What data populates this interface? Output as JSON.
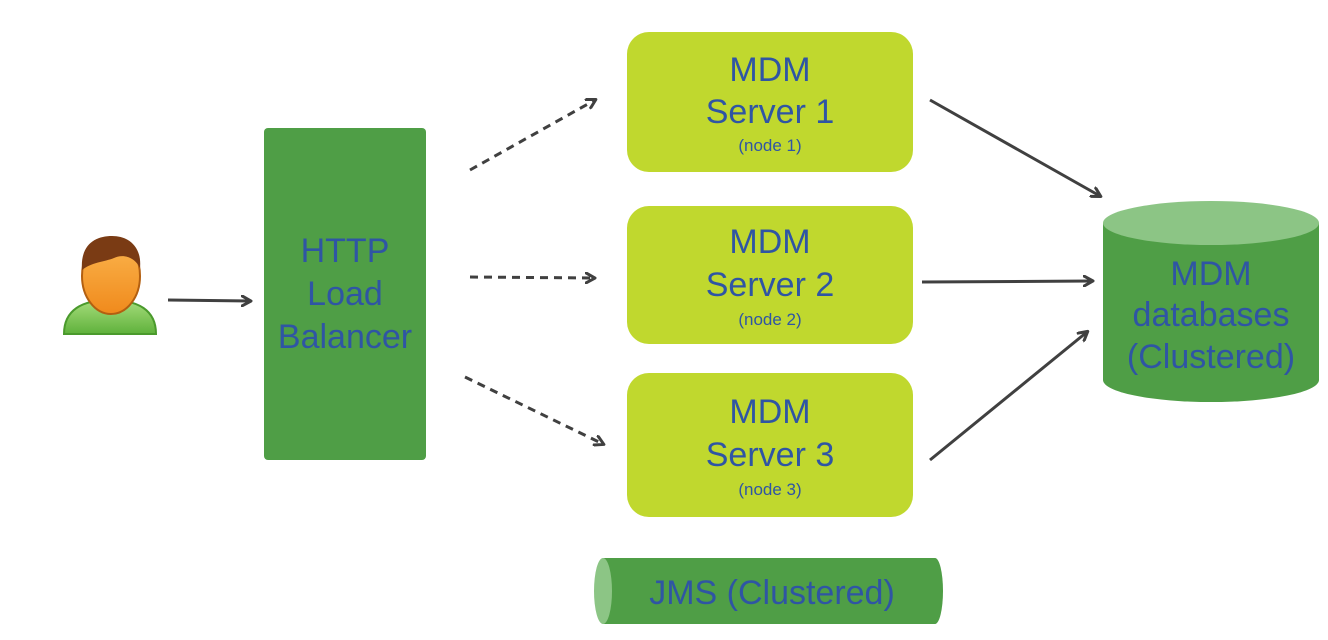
{
  "user": {
    "icon": "user-icon"
  },
  "load_balancer": {
    "lines": [
      "HTTP",
      "Load",
      "Balancer"
    ]
  },
  "servers": [
    {
      "line1": "MDM",
      "line2": "Server 1",
      "node": "(node 1)"
    },
    {
      "line1": "MDM",
      "line2": "Server 2",
      "node": "(node 2)"
    },
    {
      "line1": "MDM",
      "line2": "Server 3",
      "node": "(node 3)"
    }
  ],
  "database": {
    "lines": [
      "MDM",
      "databases",
      "(Clustered)"
    ]
  },
  "jms": {
    "label": "JMS (Clustered)"
  },
  "colors": {
    "dark_green": "#4f9e46",
    "light_green": "#c0d82e",
    "db_top": "#8cc585",
    "text_blue": "#2f55a4",
    "arrow": "#404040"
  }
}
